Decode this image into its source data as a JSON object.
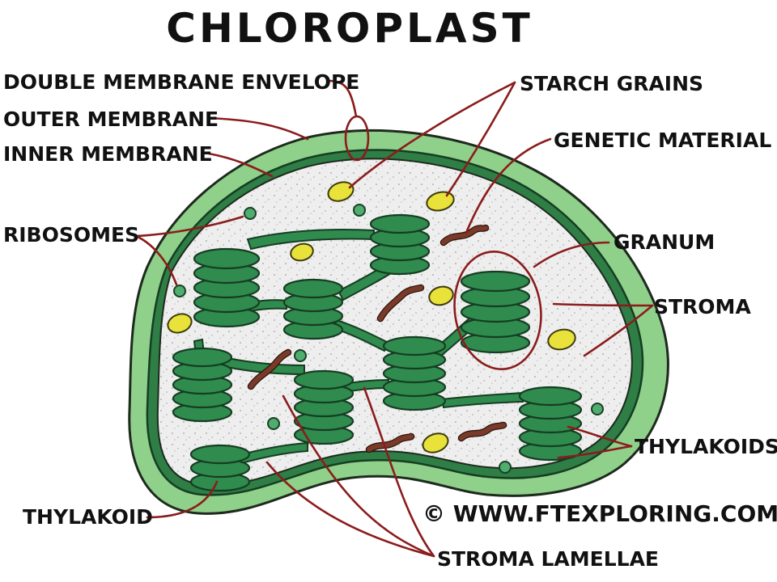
{
  "title": "CHLOROPLAST",
  "labels": {
    "double_membrane_envelope": "DOUBLE MEMBRANE ENVELOPE",
    "outer_membrane": "OUTER MEMBRANE",
    "inner_membrane": "INNER MEMBRANE",
    "ribosomes": "RIBOSOMES",
    "starch_grains": "STARCH GRAINS",
    "genetic_material": "GENETIC MATERIAL",
    "granum": "GRANUM",
    "stroma": "STROMA",
    "thylakoids": "THYLAKOIDS",
    "thylakoid": "THYLAKOID",
    "stroma_lamellae": "STROMA LAMELLAE"
  },
  "copyright": "© WWW.FTEXPLORING.COM",
  "colors": {
    "envelope_fill": "#8fd08a",
    "stroma_fill": "#ececec",
    "thylakoid_green": "#2f8b4e",
    "starch_yellow": "#e8e23a",
    "dna_brown": "#7a3a2a",
    "leader_red": "#8b1c1c"
  }
}
